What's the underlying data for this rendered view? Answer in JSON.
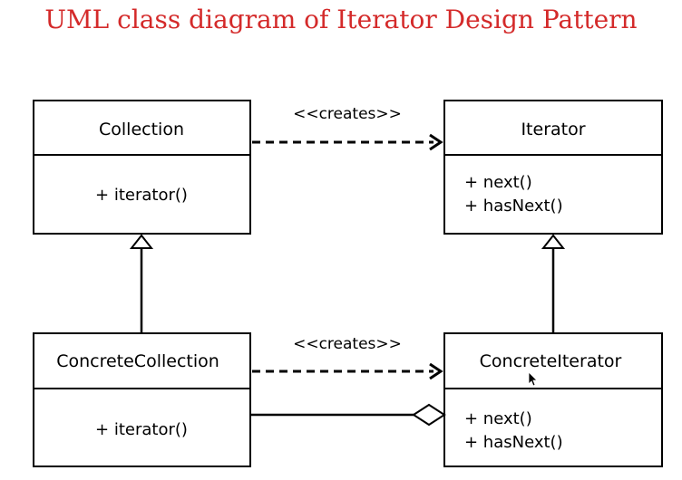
{
  "title": "UML class diagram of Iterator Design Pattern",
  "classes": {
    "collection": {
      "name": "Collection",
      "members": [
        "+ iterator()"
      ]
    },
    "iterator": {
      "name": "Iterator",
      "members": [
        "+ next()",
        "+ hasNext()"
      ]
    },
    "concrete_collection": {
      "name": "ConcreteCollection",
      "members": [
        "+ iterator()"
      ]
    },
    "concrete_iterator": {
      "name": "ConcreteIterator",
      "members": [
        "+ next()",
        "+ hasNext()"
      ]
    }
  },
  "relations": {
    "top_creates": "<<creates>>",
    "bottom_creates": "<<creates>>"
  },
  "colors": {
    "title": "#d42a2a",
    "lines": "#000000"
  }
}
